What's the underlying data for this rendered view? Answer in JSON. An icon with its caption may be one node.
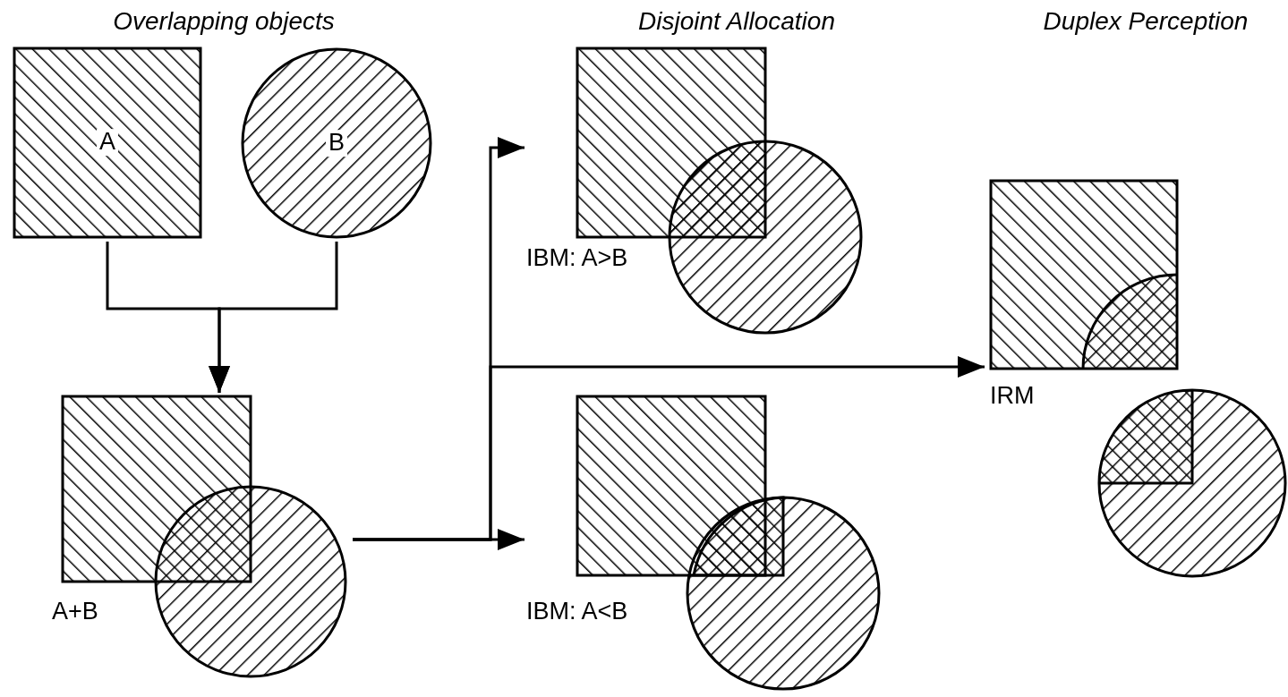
{
  "diagram": {
    "nodes": [
      {
        "text": [
          "A"
        ]
      },
      {
        "text": [
          "B"
        ]
      },
      {
        "text": [
          "A+B"
        ]
      },
      {
        "text": [
          "IBM: A>B"
        ]
      },
      {
        "text": [
          "IBM: A<B"
        ]
      },
      {
        "text": [
          "IRM"
        ]
      }
    ],
    "edges": [
      {
        "from": 0,
        "to": 2,
        "arrow": "to"
      },
      {
        "from": 1,
        "to": 2,
        "arrow": "to"
      },
      {
        "from": 2,
        "to": 3,
        "arrow": "to"
      },
      {
        "from": 2,
        "to": 4,
        "arrow": "to"
      },
      {
        "from": 2,
        "to": 5,
        "arrow": "to"
      }
    ],
    "labels": [
      "Overlapping objects",
      "Disjoint Allocation",
      "Duplex Perception"
    ]
  }
}
